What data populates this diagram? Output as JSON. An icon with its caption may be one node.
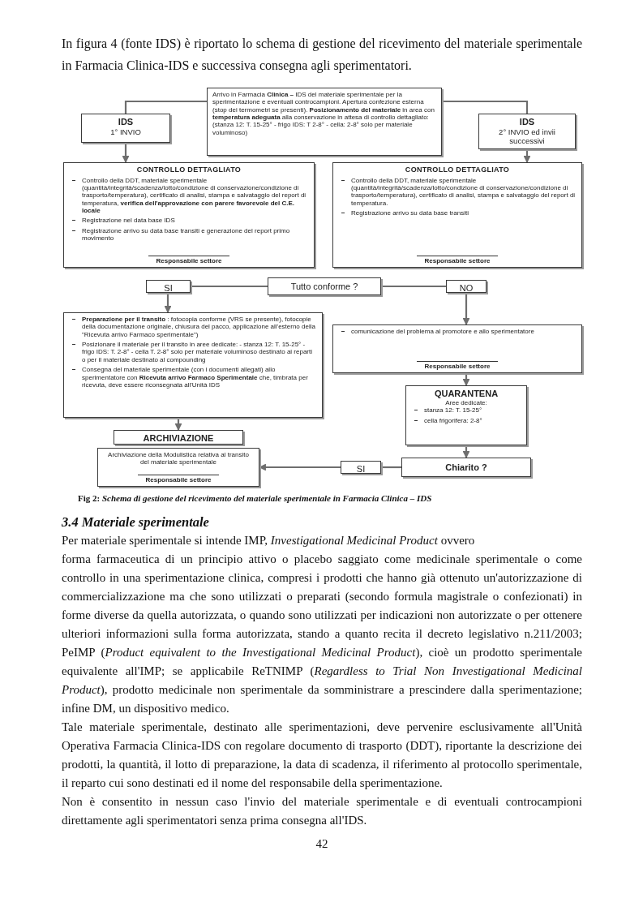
{
  "diagram": {
    "caption": "Fig 2: *Schema di gestione del ricevimento del materiale sperimentale in Farmacia Clinica – IDS*",
    "nodes": [
      {
        "text": [
          "Arrivo in Farmacia **Clinica –** IDS del materiale sperimentale per la sperimentazione e eventuali controcampioni. Apertura confezione esterna (stop dei termometri se presenti). **Posizionamento del materiale** in area con **temperatura adeguata** alla conservazione in attesa di controllo dettagliato: (stanza 12: T. 15-25° - frigo IDS: T 2-8° - cella: 2-8° solo per materiale voluminoso)"
        ]
      },
      {
        "text": [
          "IDS",
          "1° INVIO"
        ]
      },
      {
        "text": [
          "IDS",
          "2° INVIO ed invii successivi"
        ]
      },
      {
        "text": [
          "CONTROLLO DETTAGLIATO",
          "Controllo della DDT, materiale sperimentale (quantità/integrità/scadenza/lotto/condizione di conservazione/condizione di trasporto/temperatura), certificato di analisi, stampa e salvataggio del report di temperatura, **verifica dell'approvazione con parere favorevole del C.E. locale**",
          "Registrazione nel data base IDS",
          "Registrazione arrivo su data base transiti e generazione del report primo movimento",
          "Responsabile settore"
        ]
      },
      {
        "text": [
          "CONTROLLO DETTAGLIATO",
          "Controllo della DDT, materiale sperimentale (quantità/integrità/scadenza/lotto/condizione di conservazione/condizione di trasporto/temperatura), certificato di analisi, stampa e salvataggio del report di temperatura.",
          "Registrazione arrivo su data base transiti",
          "Responsabile settore"
        ]
      },
      {
        "text": [
          "Tutto conforme ?"
        ]
      },
      {
        "text": [
          "SI"
        ]
      },
      {
        "text": [
          "NO"
        ]
      },
      {
        "text": [
          "**Preparazione per il transito** : fotocopia conforme (VRS se presente), fotocopie della documentazione originale, chiusura del pacco, applicazione all'esterno della \"Ricevuta arrivo Farmaco sperimentale\")",
          "Posizionare il materiale per il transito in aree dedicate: - stanza 12: T. 15-25° - frigo IDS: T. 2-8° - cella T. 2-8° solo per materiale voluminoso destinato ai reparti o per il materiale destinato al compounding",
          "Consegna del materiale sperimentale (con i documenti allegati) allo sperimentatore con **Ricevuta arrivo Farmaco Sperimentale** che, timbrata per ricevuta, deve essere riconsegnata all'Unità IDS"
        ]
      },
      {
        "text": [
          "comunicazione del problema al promotore e allo sperimentatore",
          "Responsabile settore"
        ]
      },
      {
        "text": [
          "QUARANTENA",
          "Aree dedicate:",
          "stanza 12: T. 15-25°",
          "cella frigorifera: 2-8°"
        ]
      },
      {
        "text": [
          "Chiarito ?"
        ]
      },
      {
        "text": [
          "SI"
        ]
      },
      {
        "text": [
          "ARCHIVIAZIONE"
        ]
      },
      {
        "text": [
          "Archiviazione della Modulistica relativa al transito del materiale sperimentale",
          "Responsabile settore"
        ]
      }
    ],
    "edges": [
      {
        "from": 0,
        "to": 1,
        "arrow": "none"
      },
      {
        "from": 0,
        "to": 2,
        "arrow": "none"
      },
      {
        "from": 1,
        "to": 3,
        "arrow": "to"
      },
      {
        "from": 2,
        "to": 4,
        "arrow": "to"
      },
      {
        "from": 5,
        "to": 6,
        "arrow": "none"
      },
      {
        "from": 5,
        "to": 7,
        "arrow": "none"
      },
      {
        "from": 6,
        "to": 8,
        "arrow": "to"
      },
      {
        "from": 7,
        "to": 9,
        "arrow": "to"
      },
      {
        "from": 9,
        "to": 10,
        "arrow": "to"
      },
      {
        "from": 10,
        "to": 11,
        "arrow": "to"
      },
      {
        "from": 11,
        "to": 12,
        "arrow": "none"
      },
      {
        "from": 12,
        "to": 14,
        "arrow": "to"
      },
      {
        "from": 8,
        "to": 13,
        "arrow": "to"
      }
    ],
    "labels": [
      "In figura 4 (fonte IDS) è riportato lo schema di gestione del ricevimento del materiale sperimentale in Farmacia Clinica-IDS e successiva consegna agli sperimentatori.",
      "3.4 Materiale sperimentale",
      "Per materiale sperimentale si intende IMP, *Investigational Medicinal Product* ovvero",
      "forma farmaceutica di un principio attivo o placebo saggiato come medicinale sperimentale o come controllo in una sperimentazione clinica, compresi i prodotti che hanno già ottenuto un'autorizzazione di commercializzazione ma che sono utilizzati o preparati (secondo formula magistrale o confezionati) in forme diverse da quella autorizzata, o quando sono utilizzati per indicazioni non autorizzate o per ottenere ulteriori informazioni sulla forma autorizzata, stando a quanto recita il decreto legislativo n.211/2003; PeIMP (*Product equivalent to the Investigational Medicinal Product*), cioè un prodotto sperimentale equivalente all'IMP; se applicabile ReTNIMP (*Regardless to Trial Non Investigational Medicinal Product*), prodotto medicinale non sperimentale da somministrare a prescindere dalla sperimentazione; infine DM, un dispositivo medico.",
      "Tale materiale sperimentale, destinato alle sperimentazioni, deve pervenire esclusivamente all'Unità Operativa Farmacia Clinica-IDS con regolare documento di trasporto (DDT), riportante la descrizione dei prodotti, la quantità, il lotto di preparazione, la data di scadenza, il riferimento al protocollo sperimentale, il reparto cui sono destinati ed il nome del responsabile della sperimentazione.",
      "Non è consentito in nessun caso l'invio del materiale sperimentale e di eventuali controcampioni direttamente agli sperimentatori senza prima consegna all'IDS.",
      "42"
    ]
  }
}
